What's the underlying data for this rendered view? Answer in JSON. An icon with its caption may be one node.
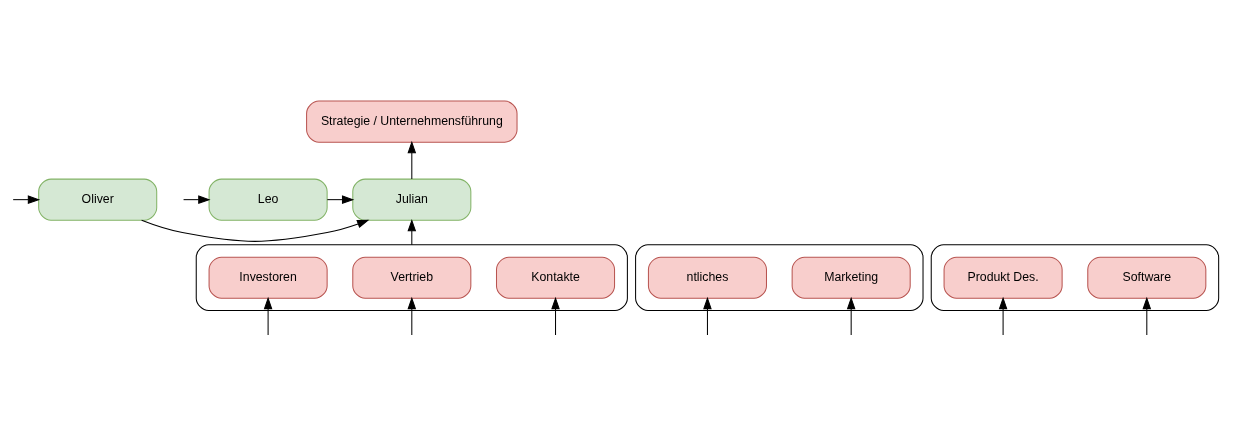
{
  "diagram": {
    "nodes": [
      {
        "text": [
          "Strategie / Unternehmensführung"
        ]
      },
      {
        "text": [
          "Oliver"
        ]
      },
      {
        "text": [
          "Julian"
        ]
      },
      {
        "text": [
          "Leo"
        ]
      },
      {
        "text": [],
        "shape": "box"
      },
      {
        "text": [
          "ntliches"
        ],
        "in": 4
      },
      {
        "text": [
          "Marketing"
        ],
        "in": 4
      },
      {
        "text": [],
        "shape": "box"
      },
      {
        "text": [
          "Investoren"
        ],
        "in": 7
      },
      {
        "text": [
          "Vertrieb"
        ],
        "in": 7
      },
      {
        "text": [
          "Kontakte"
        ],
        "in": 7
      },
      {
        "text": [],
        "shape": "box"
      },
      {
        "text": [
          "Produkt Des."
        ],
        "in": 11
      },
      {
        "text": [
          "Software"
        ],
        "in": 11
      }
    ],
    "edges": [
      {
        "from": 2,
        "to": 0,
        "arrow": "to"
      },
      {
        "from": null,
        "to": 1,
        "arrow": "to"
      },
      {
        "from": 1,
        "to": 2,
        "arrow": "to"
      },
      {
        "from": 3,
        "to": 2,
        "arrow": "to"
      },
      {
        "from": null,
        "to": 3,
        "arrow": "to"
      },
      {
        "from": 7,
        "to": 2,
        "arrow": "to"
      },
      {
        "from": null,
        "to": 5,
        "arrow": "to"
      },
      {
        "from": null,
        "to": 6,
        "arrow": "to"
      },
      {
        "from": null,
        "to": 8,
        "arrow": "to"
      },
      {
        "from": null,
        "to": 9,
        "arrow": "to"
      },
      {
        "from": null,
        "to": 10,
        "arrow": "to"
      },
      {
        "from": null,
        "to": 12,
        "arrow": "to"
      },
      {
        "from": null,
        "to": 13,
        "arrow": "to"
      }
    ]
  }
}
